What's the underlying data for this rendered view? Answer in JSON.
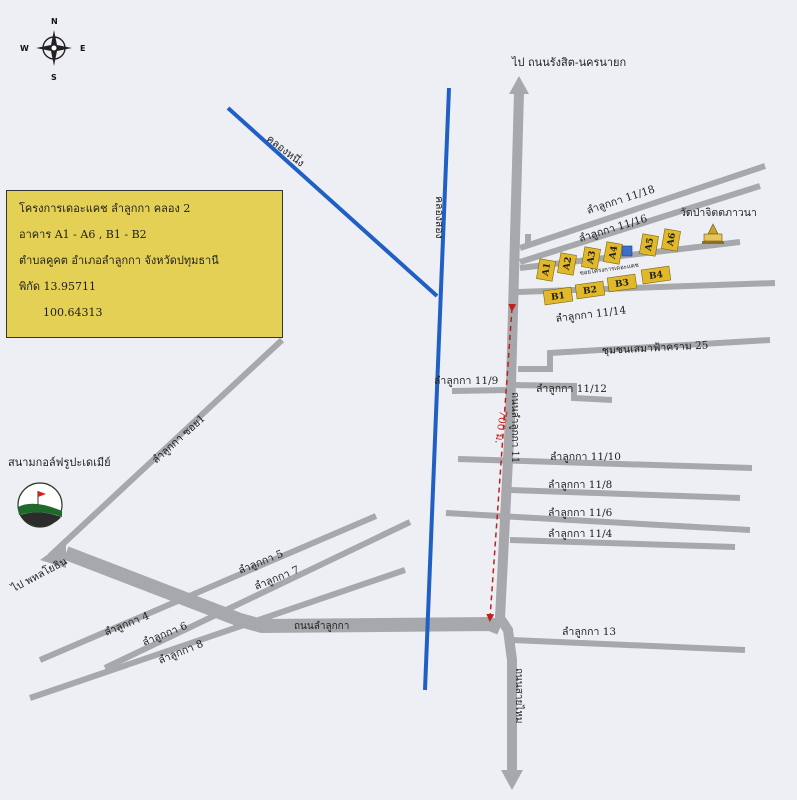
{
  "compass": {
    "n": "N",
    "s": "S",
    "e": "E",
    "w": "W"
  },
  "info_box": {
    "line1": "โครงการเดอะแคช ลำลูกกา คลอง 2",
    "line2": "อาคาร A1 - A6  ,  B1 - B2",
    "line3": "ตำบลคูคต  อำเภอลำลูกกา  จังหวัดปทุมธานี",
    "line4": "พิกัด 13.95711",
    "line5": "100.64313"
  },
  "labels": {
    "to_rangsit": "ไป ถนนรังสิต-นครนายก",
    "khlong_nueng": "คลองหนึ่ง",
    "khlong_song": "คลองสอง",
    "soi_1118": "ลำลูกกา 11/18",
    "soi_1116": "ลำลูกกา 11/16",
    "temple": "วัดป่าจิตตภาวนา",
    "soi_1114": "ลำลูกกา 11/14",
    "chumchon": "ชุมชนเสมาฟ้าคราม 25",
    "soi_119": "ลำลูกกา 11/9",
    "soi_1112": "ลำลูกกา 11/12",
    "soi_1110": "ลำลูกกา 11/10",
    "soi_118": "ลำลูกกา 11/8",
    "soi_116": "ลำลูกกา 11/6",
    "soi_114": "ลำลูกกา 11/4",
    "soi_13": "ลำลูกกา 13",
    "soi_5": "ลำลูกกา 5",
    "soi_7": "ลำลูกกา 7",
    "soi_4": "ลำลูกกา 4",
    "soi_6": "ลำลูกกา 6",
    "soi_8": "ลำลูกกา 8",
    "lamlukka_road": "ถนนลำลูกกา",
    "soi_lumlukka_soi1": "ลำลูกกา ซอย1",
    "golf": "สนามกอล์ฟรูปะเดเมีย์",
    "to_phahonyothin": "ไป พหลโยธิน",
    "sai_mai_road": "ถนนสายไหม",
    "soi_11_road": "ถนนลำลูกกา 11",
    "distance": "700 ม.",
    "project_road": "ซอยโครงการเดอะแคช"
  },
  "buildings": {
    "a": [
      "A1",
      "A2",
      "A3",
      "A4",
      "A5",
      "A6"
    ],
    "b": [
      "B1",
      "B2",
      "B3",
      "B4"
    ]
  },
  "colors": {
    "road": "#a7a8ab",
    "canal": "#2060c4",
    "building": "#e0b82a",
    "info_box": "#e4d055",
    "distance_line": "#c0201c"
  }
}
